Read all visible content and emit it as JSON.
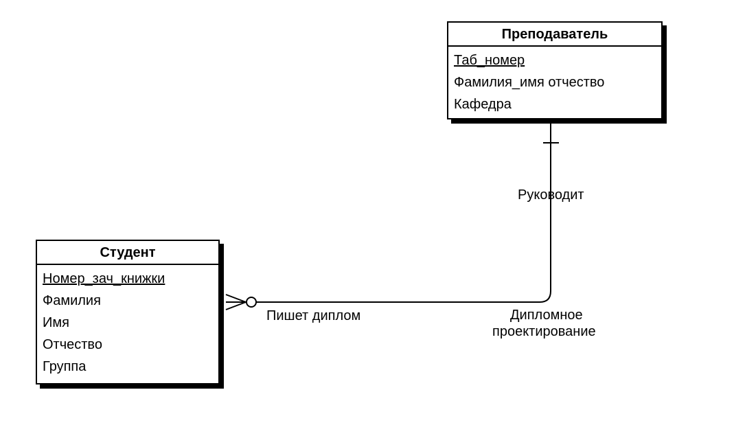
{
  "teacher": {
    "title": "Преподаватель",
    "attributes": [
      {
        "text": "Таб_номер",
        "key": true
      },
      {
        "text": "Фамилия_имя отчество",
        "key": false
      },
      {
        "text": "Кафедра",
        "key": false
      }
    ]
  },
  "student": {
    "title": "Студент",
    "attributes": [
      {
        "text": "Номер_зач_книжки",
        "key": true
      },
      {
        "text": "Фамилия",
        "key": false
      },
      {
        "text": "Имя",
        "key": false
      },
      {
        "text": "Отчество",
        "key": false
      },
      {
        "text": "Группа",
        "key": false
      }
    ]
  },
  "relationship": {
    "name_line1": "Дипломное",
    "name_line2": "проектирование",
    "teacher_role": "Руководит",
    "student_role": "Пишет диплом"
  }
}
